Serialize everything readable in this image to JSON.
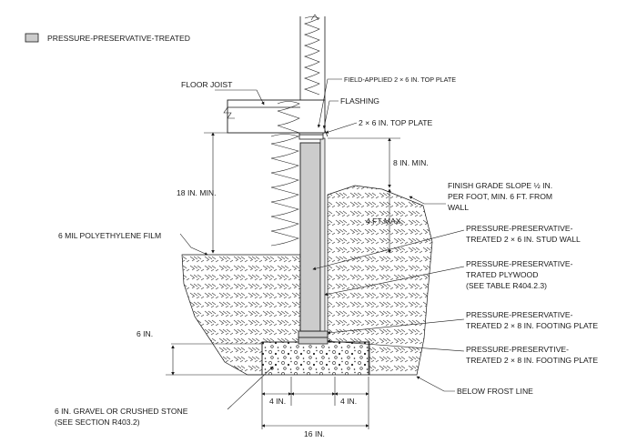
{
  "legend": {
    "label": "PRESSURE-PRESERVATIVE-TREATED",
    "swatch_color": "#cccccc"
  },
  "labels": {
    "floor_joist": "FLOOR JOIST",
    "field_plate": "FIELD-APPLIED 2 × 6 IN. TOP PLATE",
    "flashing": "FLASHING",
    "top_plate": "2 × 6 IN. TOP PLATE",
    "min_8": "8 IN. MIN.",
    "min_18": "18 IN. MIN.",
    "finish_grade": [
      "FINISH GRADE SLOPE ½ IN.",
      "PER FOOT, MIN. 6 FT. FROM",
      "WALL"
    ],
    "max_4ft": "4 FT MAX.",
    "poly_film": "6 MIL POLYETHYLENE FILM",
    "stud_wall": [
      "PRESSURE-PRESERVATIVE-",
      "TREATED 2 × 6 IN. STUD WALL"
    ],
    "plywood": [
      "PRESSURE-PRESERVATIVE-",
      "TRATED PLYWOOD",
      "(SEE TABLE R404.2.3)"
    ],
    "footing_plate_1": [
      "PRESSURE-PRESERVATIVE-",
      "TREATED 2 × 8 IN. FOOTING PLATE"
    ],
    "footing_plate_2": [
      "PRESSURE-PRESERVTIVE-",
      "TREATED 2 × 8 IN. FOOTING PLATE"
    ],
    "six_in": "6 IN.",
    "gravel": [
      "6 IN. GRAVEL OR CRUSHED STONE",
      "(SEE SECTION R403.2)"
    ],
    "four_in_left": "4 IN.",
    "four_in_right": "4 IN.",
    "sixteen_in": "16 IN.",
    "frost": "BELOW FROST LINE"
  }
}
